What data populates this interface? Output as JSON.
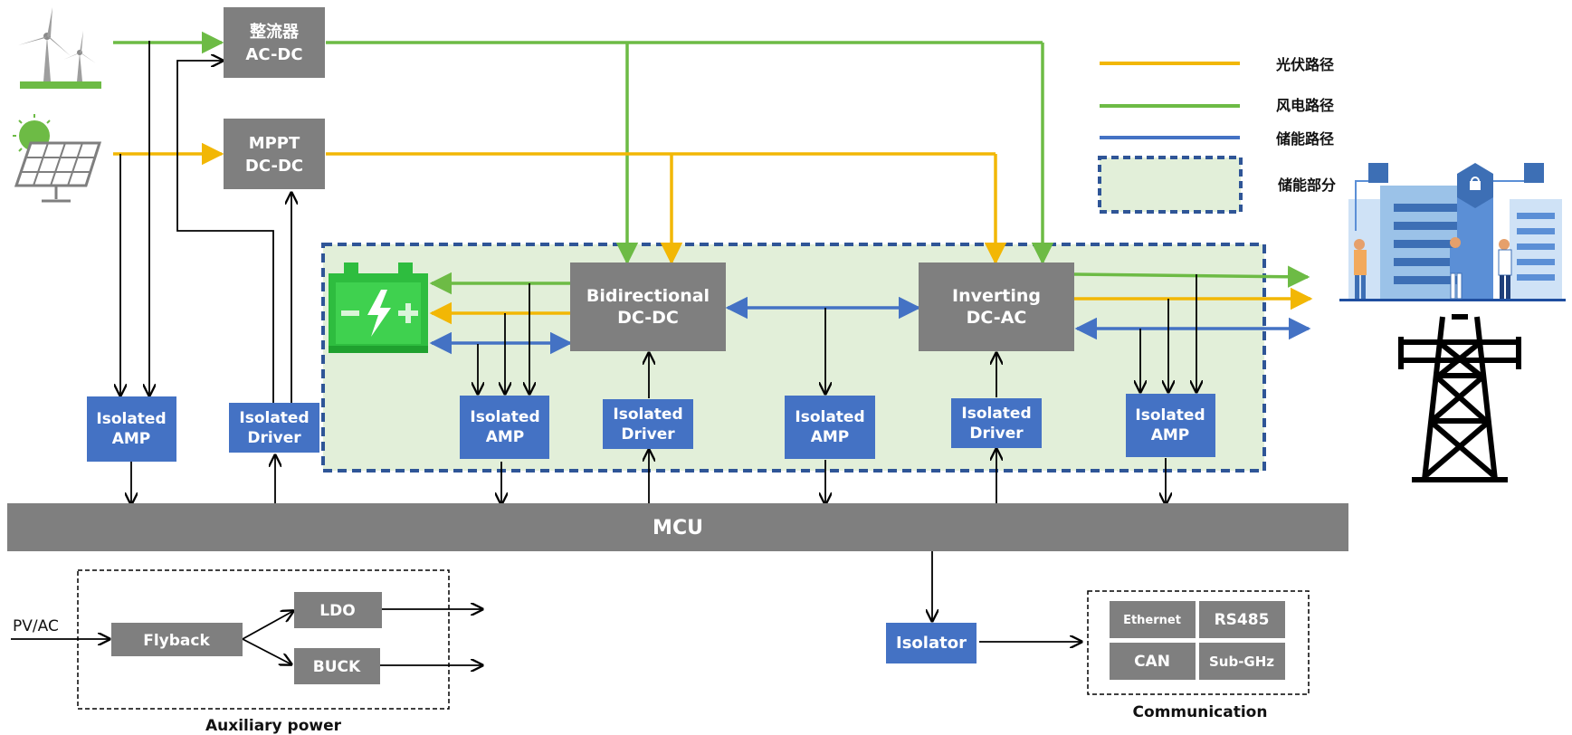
{
  "colors": {
    "pv": "#f2b705",
    "wind": "#6dbb45",
    "storage": "#4472c4",
    "gray_block": "#7f7f7f",
    "blue_block": "#4472c4",
    "storage_area": "#e2efd9",
    "storage_border": "#2f5597"
  },
  "legend": {
    "pv_path": "光伏路径",
    "wind_path": "风电路径",
    "storage_path": "储能路径",
    "storage_part": "储能部分"
  },
  "blocks": {
    "rectifier_line1": "整流器",
    "rectifier_line2": "AC-DC",
    "mppt_line1": "MPPT",
    "mppt_line2": "DC-DC",
    "bidir_line1": "Bidirectional",
    "bidir_line2": "DC-DC",
    "inv_line1": "Inverting",
    "inv_line2": "DC-AC",
    "iso_amp_1": "Isolated",
    "iso_amp_2": "AMP",
    "iso_drv_1": "Isolated",
    "iso_drv_2": "Driver",
    "mcu": "MCU",
    "isolator": "Isolator",
    "flyback": "Flyback",
    "ldo": "LDO",
    "buck": "BUCK",
    "pv_ac": "PV/AC",
    "ethernet": "Ethernet",
    "rs485": "RS485",
    "can": "CAN",
    "subghz": "Sub-GHz"
  },
  "captions": {
    "aux_power": "Auxiliary power",
    "communication": "Communication"
  },
  "icons": {
    "wind": "wind-turbine-icon",
    "solar": "solar-panel-icon",
    "battery": "battery-icon",
    "datacenter": "data-center-icon",
    "tower": "power-tower-icon"
  }
}
